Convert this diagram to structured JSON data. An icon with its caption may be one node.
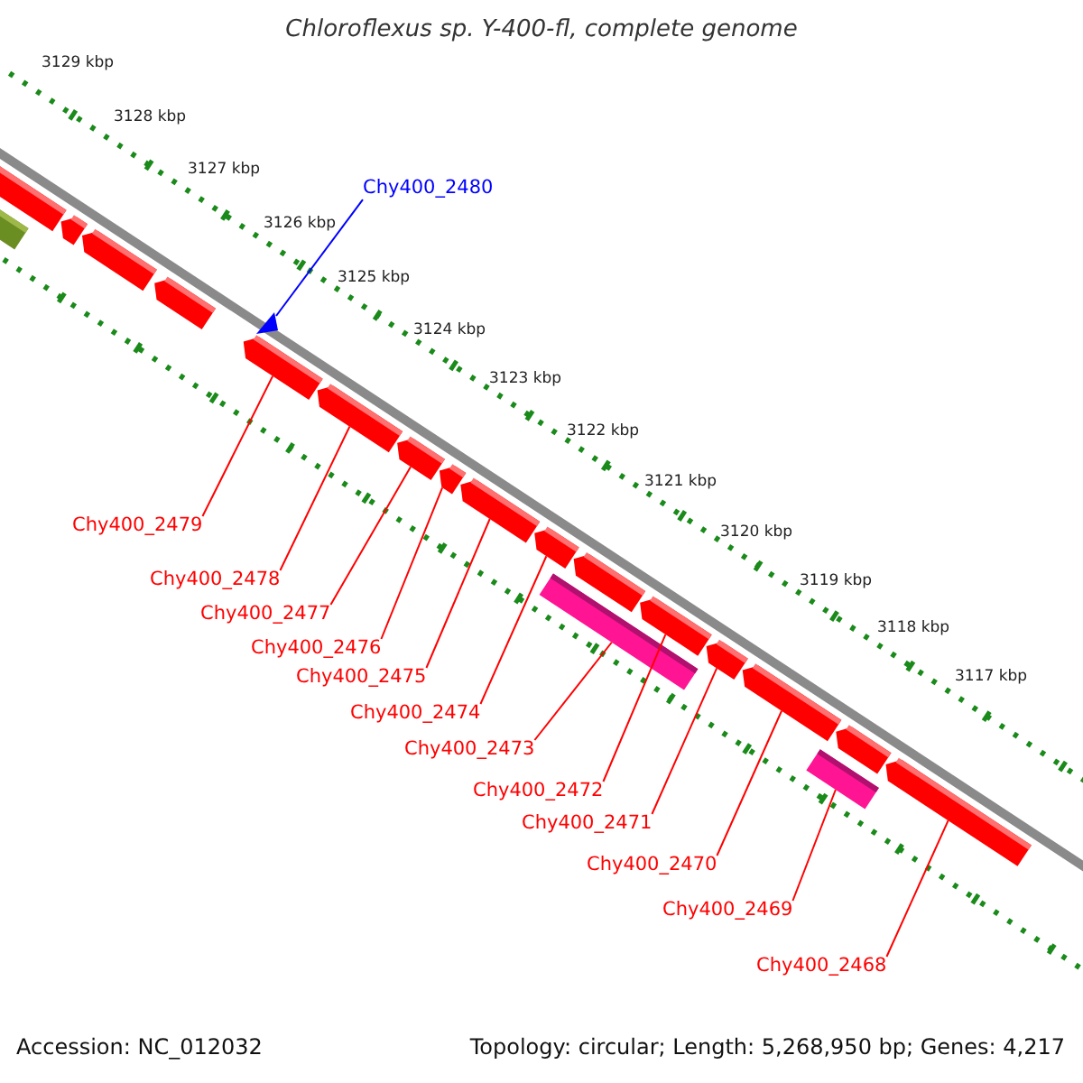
{
  "diagram": {
    "title": "Chloroflexus sp. Y-400-fl, complete genome",
    "nodes": [
      {
        "text": [
          "Chy400_2480"
        ]
      },
      {
        "text": [
          "Chy400_2479"
        ]
      },
      {
        "text": [
          "Chy400_2478"
        ]
      },
      {
        "text": [
          "Chy400_2477"
        ]
      },
      {
        "text": [
          "Chy400_2476"
        ]
      },
      {
        "text": [
          "Chy400_2475"
        ]
      },
      {
        "text": [
          "Chy400_2474"
        ]
      },
      {
        "text": [
          "Chy400_2473"
        ]
      },
      {
        "text": [
          "Chy400_2472"
        ]
      },
      {
        "text": [
          "Chy400_2471"
        ]
      },
      {
        "text": [
          "Chy400_2470"
        ]
      },
      {
        "text": [
          "Chy400_2469"
        ]
      },
      {
        "text": [
          "Chy400_2468"
        ]
      },
      {
        "text": [],
        "shape": "bar"
      },
      {
        "text": [],
        "shape": "arrow"
      },
      {
        "text": [],
        "shape": "arrow"
      },
      {
        "text": [],
        "shape": "arrow"
      },
      {
        "text": [],
        "shape": "arrow"
      },
      {
        "text": [],
        "shape": "triangle"
      },
      {
        "text": [],
        "shape": "arrow"
      },
      {
        "text": [],
        "shape": "arrow"
      },
      {
        "text": [],
        "shape": "arrow"
      },
      {
        "text": [],
        "shape": "arrow"
      },
      {
        "text": [],
        "shape": "arrow"
      },
      {
        "text": [],
        "shape": "arrow"
      },
      {
        "text": [],
        "shape": "bar"
      },
      {
        "text": [],
        "shape": "arrow"
      },
      {
        "text": [],
        "shape": "arrow"
      },
      {
        "text": [],
        "shape": "arrow"
      },
      {
        "text": [],
        "shape": "arrow"
      },
      {
        "text": [],
        "shape": "bar"
      },
      {
        "text": [],
        "shape": "arrow"
      },
      {
        "text": [],
        "shape": "arrow"
      }
    ],
    "edges": [
      {
        "from": 0,
        "to": 18,
        "arrow": "none",
        "color": "#0000ff"
      },
      {
        "from": 1,
        "to": 19,
        "arrow": "none"
      },
      {
        "from": 2,
        "to": 20,
        "arrow": "none"
      },
      {
        "from": 3,
        "to": 21,
        "arrow": "none"
      },
      {
        "from": 4,
        "to": 22,
        "arrow": "none"
      },
      {
        "from": 5,
        "to": 23,
        "arrow": "none"
      },
      {
        "from": 6,
        "to": 24,
        "arrow": "none"
      },
      {
        "from": 7,
        "to": 25,
        "arrow": "none"
      },
      {
        "from": 8,
        "to": 27,
        "arrow": "none"
      },
      {
        "from": 9,
        "to": 28,
        "arrow": "none"
      },
      {
        "from": 10,
        "to": 29,
        "arrow": "none"
      },
      {
        "from": 11,
        "to": 30,
        "arrow": "none"
      },
      {
        "from": 12,
        "to": 32,
        "arrow": "none"
      }
    ],
    "labels": [
      "3129 kbp",
      "3128 kbp",
      "3127 kbp",
      "3126 kbp",
      "3125 kbp",
      "3124 kbp",
      "3123 kbp",
      "3122 kbp",
      "3121 kbp",
      "3120 kbp",
      "3119 kbp",
      "3118 kbp",
      "3117 kbp",
      "Accession: NC_012032",
      "Topology: circular; Length: 5,268,950 bp; Genes: 4,217"
    ]
  }
}
